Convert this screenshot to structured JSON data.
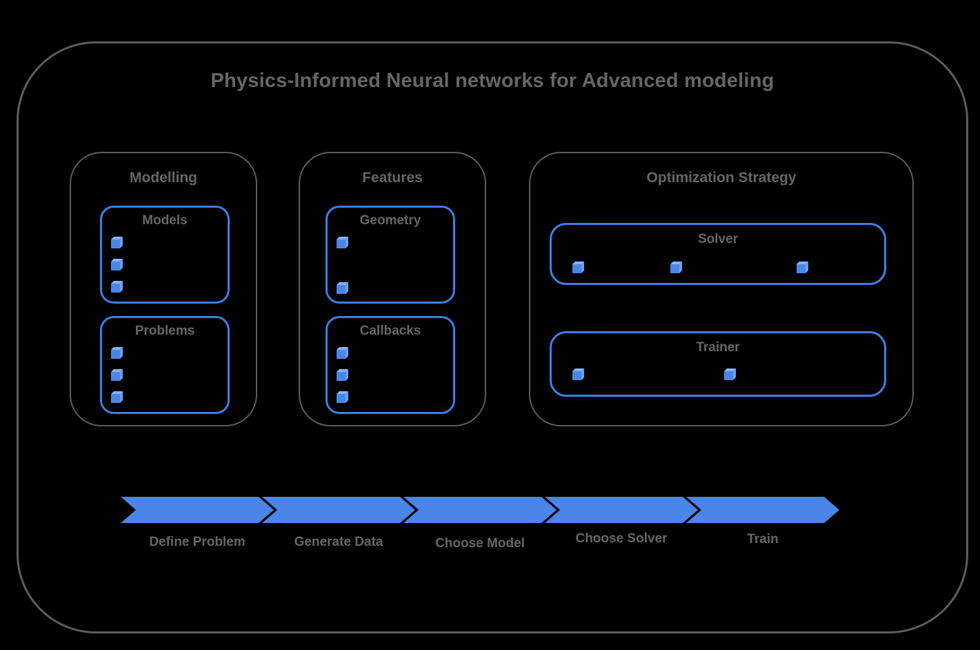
{
  "title": "Physics-Informed Neural networks for Advanced modeling",
  "sections": [
    {
      "label": "Modelling",
      "boxes": [
        {
          "label": "Models",
          "bullet_count": 3
        },
        {
          "label": "Problems",
          "bullet_count": 3
        }
      ]
    },
    {
      "label": "Features",
      "boxes": [
        {
          "label": "Geometry",
          "bullet_count": 2
        },
        {
          "label": "Callbacks",
          "bullet_count": 3
        }
      ]
    },
    {
      "label": "Optimization Strategy",
      "boxes": [
        {
          "label": "Solver",
          "bullet_count": 3
        },
        {
          "label": "Trainer",
          "bullet_count": 2
        }
      ]
    }
  ],
  "pipeline": {
    "steps": [
      {
        "label": "Define Problem"
      },
      {
        "label": "Generate Data"
      },
      {
        "label": "Choose Model"
      },
      {
        "label": "Choose Solver"
      },
      {
        "label": "Train"
      }
    ]
  },
  "colors": {
    "arrow_blue": "#4a86e8",
    "box_border_blue": "#3d7fe8",
    "cube_front": "#4a86e8",
    "cube_top": "#8ab1f5",
    "cube_side": "#6d9eeb",
    "outline_gray": "#5d5d5d",
    "text_gray": "#666666",
    "background": "#000000"
  }
}
